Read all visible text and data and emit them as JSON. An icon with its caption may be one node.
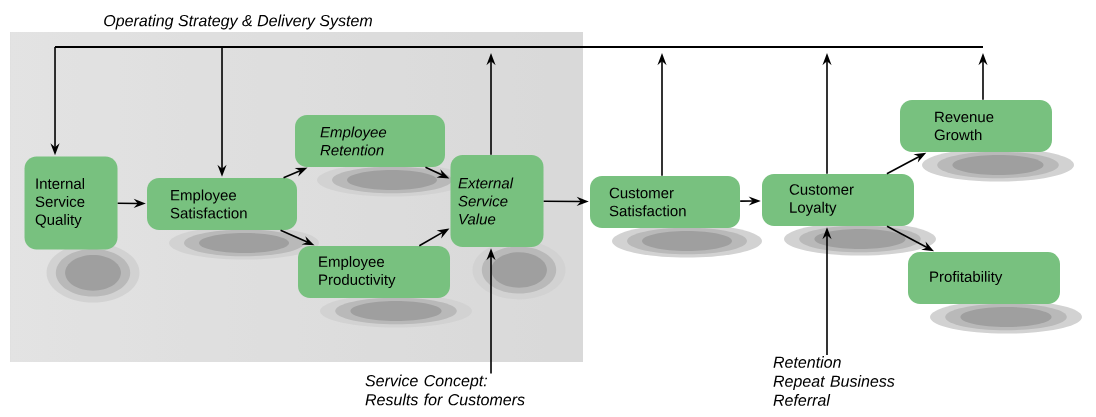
{
  "diagram": {
    "nodes": [
      {
        "text": [
          "Internal Service Quality"
        ]
      },
      {
        "text": [
          "Employee Satisfaction"
        ]
      },
      {
        "text": [
          "Employee Retention"
        ]
      },
      {
        "text": [
          "Employee Productivity"
        ]
      },
      {
        "text": [
          "External Service Value"
        ]
      },
      {
        "text": [
          "Customer Satisfaction"
        ]
      },
      {
        "text": [
          "Customer Loyalty"
        ]
      },
      {
        "text": [
          "Revenue Growth"
        ]
      },
      {
        "text": [
          "Profitability"
        ]
      },
      {
        "text": [
          "Service Concept: Results for Customers"
        ]
      },
      {
        "text": [
          "Retention",
          "Repeat Business",
          "Referral"
        ]
      }
    ],
    "edges": [
      {
        "from": null,
        "to": 0,
        "arrow": "to"
      },
      {
        "from": null,
        "to": 1,
        "arrow": "to"
      },
      {
        "from": 4,
        "to": null,
        "arrow": "to"
      },
      {
        "from": 5,
        "to": null,
        "arrow": "to"
      },
      {
        "from": 6,
        "to": null,
        "arrow": "to"
      },
      {
        "from": 7,
        "to": null,
        "arrow": "to"
      },
      {
        "from": 0,
        "to": 1,
        "arrow": "to"
      },
      {
        "from": 1,
        "to": 2,
        "arrow": "to"
      },
      {
        "from": 1,
        "to": 3,
        "arrow": "to"
      },
      {
        "from": 2,
        "to": 4,
        "arrow": "to"
      },
      {
        "from": 3,
        "to": 4,
        "arrow": "to"
      },
      {
        "from": 4,
        "to": 5,
        "arrow": "to"
      },
      {
        "from": 5,
        "to": 6,
        "arrow": "to"
      },
      {
        "from": 6,
        "to": 7,
        "arrow": "to"
      },
      {
        "from": 6,
        "to": 8,
        "arrow": "to"
      },
      {
        "from": 9,
        "to": 4,
        "arrow": "to"
      },
      {
        "from": 10,
        "to": 6,
        "arrow": "to"
      }
    ],
    "labels": [
      "Operating Strategy & Delivery System"
    ]
  }
}
